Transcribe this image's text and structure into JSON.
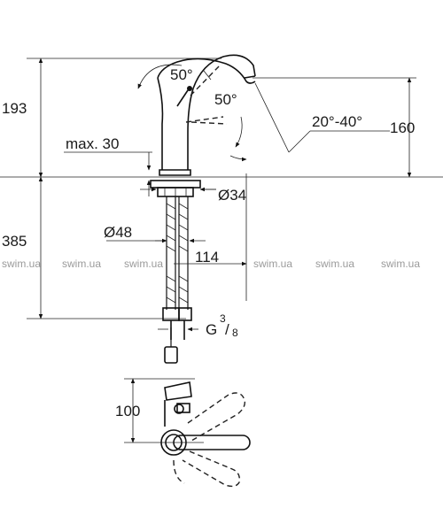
{
  "dimensions": {
    "total_height_top": "193",
    "total_height_right": "160",
    "bottom_length": "385",
    "max_thickness": "max. 30",
    "angle_top": "50°",
    "angle_lever": "50°",
    "spout_angle": "20°-40°",
    "hole_diameter": "Ø34",
    "base_diameter": "Ø48",
    "projection": "114",
    "thread_letter": "G",
    "thread_numerator": "3",
    "thread_denominator": "8",
    "lever_height": "100"
  },
  "watermarks": [
    "swim.ua",
    "swim.ua",
    "swim.ua",
    "swim.ua",
    "swim.ua",
    "swim.ua"
  ]
}
